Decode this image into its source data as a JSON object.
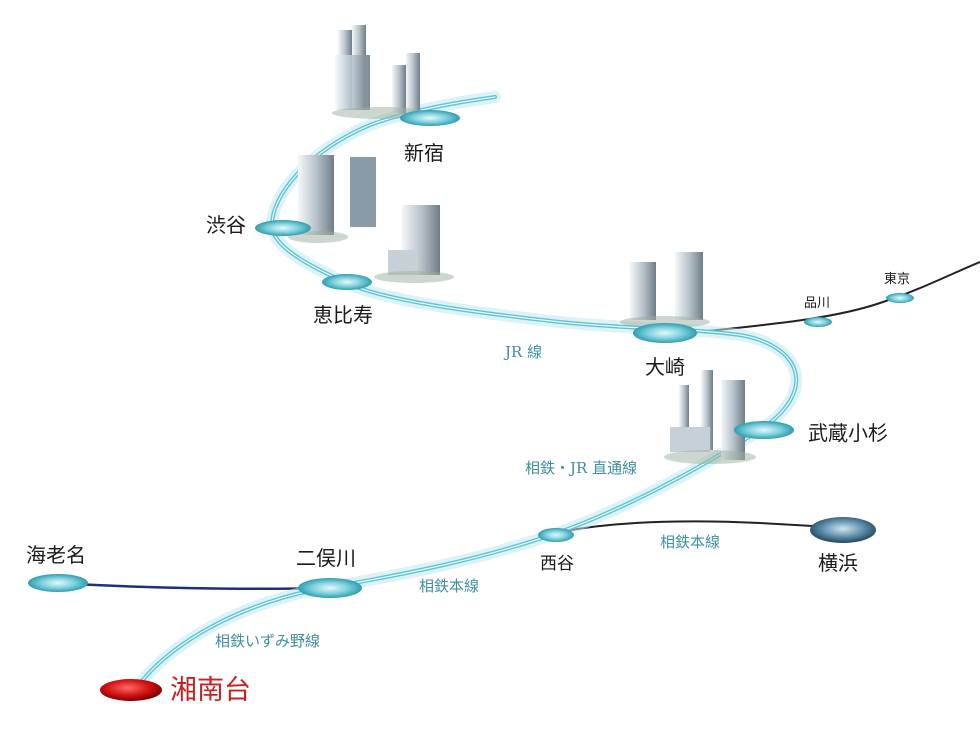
{
  "map": {
    "stations": {
      "shinjuku": "新宿",
      "shibuya": "渋谷",
      "ebisu": "恵比寿",
      "osaki": "大崎",
      "shinagawa": "品川",
      "tokyo": "東京",
      "musashikosugi": "武蔵小杉",
      "nishiya": "西谷",
      "yokohama": "横浜",
      "futamatagawa": "二俣川",
      "ebina": "海老名",
      "shonandai": "湘南台"
    },
    "lines": {
      "jr": "JR 線",
      "sotetsu_jr_direct": "相鉄・JR 直通線",
      "sotetsu_main_west": "相鉄本線",
      "sotetsu_main_east": "相鉄本線",
      "sotetsu_izumino": "相鉄いずみ野線"
    },
    "colors": {
      "main_route": "#5fc4d1",
      "station_marker": "#4fb3c4",
      "origin_marker": "#c4161c",
      "origin_text": "#cc1f1f",
      "line_label": "#3d8fa3",
      "jr_east_line": "#222222",
      "ebina_line": "#1f2f7a",
      "yokohama_marker": "#3e6b86"
    },
    "icons": [
      "building-cluster-icon"
    ]
  }
}
